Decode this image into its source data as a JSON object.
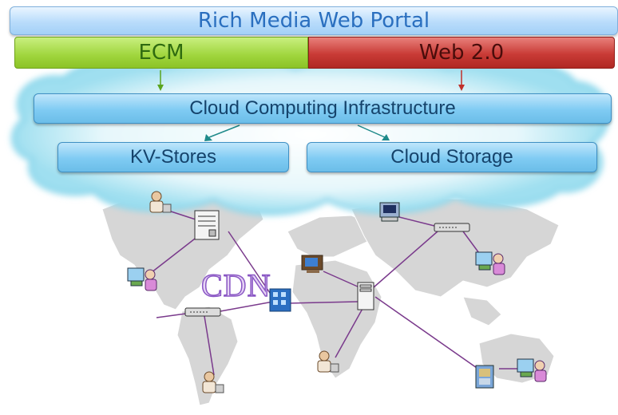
{
  "portal": {
    "label": "Rich Media Web Portal"
  },
  "layers": {
    "ecm": {
      "label": "ECM",
      "color": "#9fd53c"
    },
    "web20": {
      "label": "Web 2.0",
      "color": "#c93b36"
    }
  },
  "infrastructure": {
    "label": "Cloud Computing Infrastructure"
  },
  "storage": {
    "kv_stores": {
      "label": "KV-Stores"
    },
    "cloud_storage": {
      "label": "Cloud Storage"
    }
  },
  "map": {
    "cdn_label": "CDN",
    "link_color": "#7a3a8c",
    "nodes": [
      {
        "icon": "user-at-desk-icon"
      },
      {
        "icon": "server-tower-icon"
      },
      {
        "icon": "user-at-desk-icon"
      },
      {
        "icon": "network-switch-icon"
      },
      {
        "icon": "user-at-desk-icon"
      },
      {
        "icon": "building-icon"
      },
      {
        "icon": "desktop-computer-icon"
      },
      {
        "icon": "server-tower-icon"
      },
      {
        "icon": "user-at-desk-icon"
      },
      {
        "icon": "computer-terminal-icon"
      },
      {
        "icon": "network-switch-icon"
      },
      {
        "icon": "user-at-desk-icon"
      },
      {
        "icon": "laptop-user-icon"
      },
      {
        "icon": "user-at-desk-icon"
      }
    ]
  }
}
